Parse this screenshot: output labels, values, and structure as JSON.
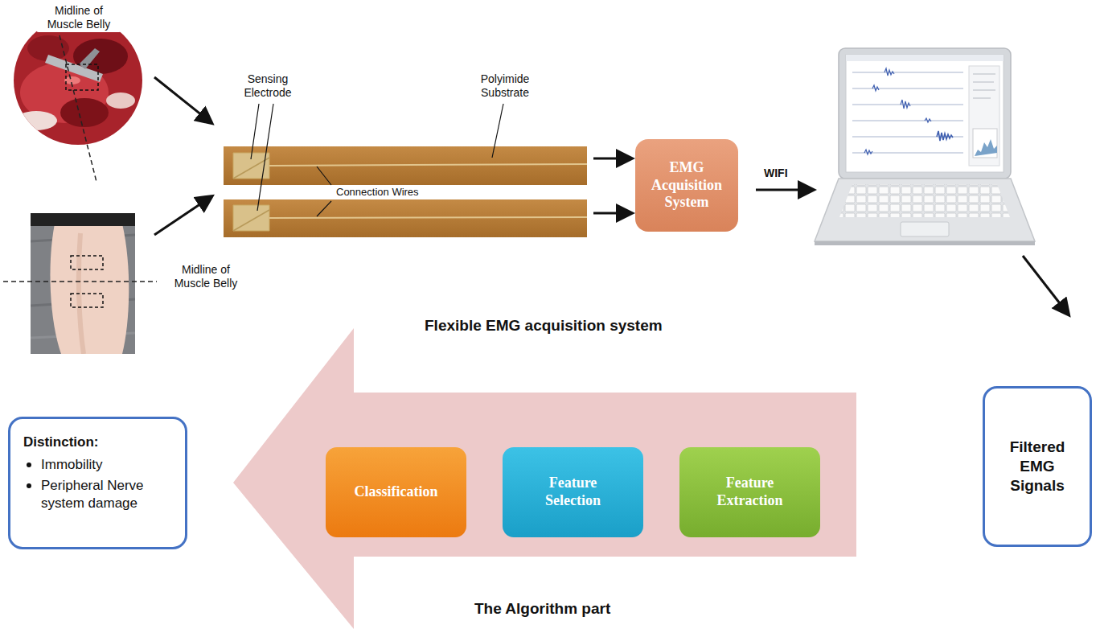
{
  "diagram": {
    "nodes": [
      {
        "text": [
          "EMG Acquisition System"
        ]
      },
      {
        "text": [
          "Distinction:",
          "Immobility",
          "Peripheral Nerve system damage"
        ]
      },
      {
        "text": [
          "The Algorithm part"
        ]
      },
      {
        "text": [
          "Classification"
        ],
        "in": 2
      },
      {
        "text": [
          "Feature Selection"
        ],
        "in": 2
      },
      {
        "text": [
          "Feature Extraction"
        ],
        "in": 2
      },
      {
        "text": [
          "Filtered EMG Signals"
        ]
      }
    ],
    "labels": [
      "Midline of Muscle Belly",
      "Sensing Electrode",
      "Polyimide Substrate",
      "WIFI",
      "Connection Wires",
      "Midline of Muscle Belly",
      "Flexible EMG acquisition system"
    ]
  }
}
